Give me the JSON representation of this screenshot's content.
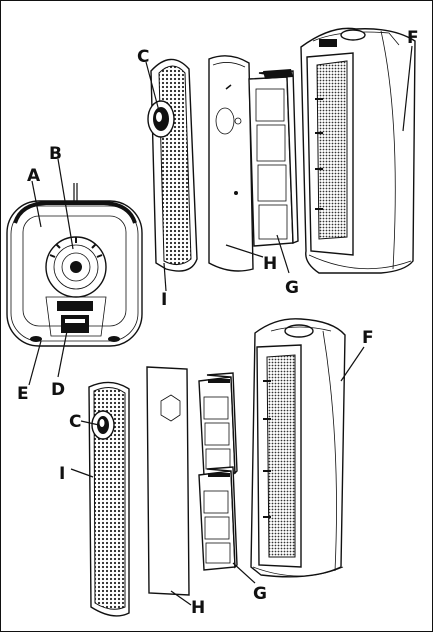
{
  "labels": {
    "top": {
      "A": "A",
      "B": "B",
      "C": "C",
      "D": "D",
      "E": "E",
      "F": "F",
      "G": "G",
      "H": "H",
      "I": "I"
    },
    "bottom": {
      "C": "C",
      "F": "F",
      "G": "G",
      "H": "H",
      "I": "I"
    }
  }
}
